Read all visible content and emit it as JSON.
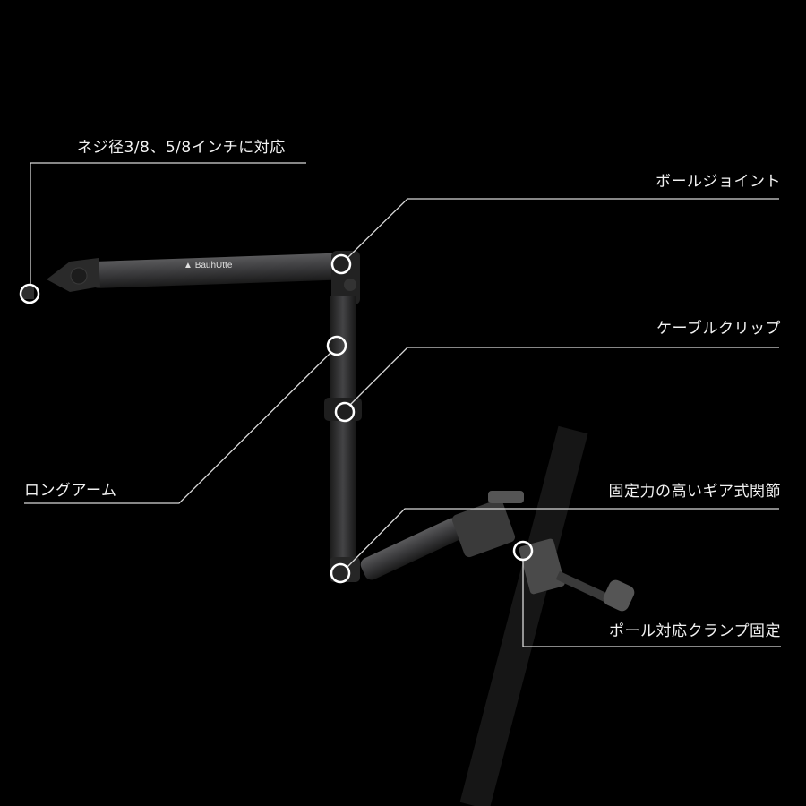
{
  "product": {
    "brand": "BauhUtte"
  },
  "callouts": [
    {
      "label": "ネジ径3/8、5/8インチに対応"
    },
    {
      "label": "ボールジョイント"
    },
    {
      "label": "ケーブルクリップ"
    },
    {
      "label": "ロングアーム"
    },
    {
      "label": "固定力の高いギア式関節"
    },
    {
      "label": "ポール対応クランプ固定"
    }
  ],
  "colors": {
    "background": "#000000",
    "line": "#d8d8d8",
    "arm": "#3a3a3c"
  }
}
